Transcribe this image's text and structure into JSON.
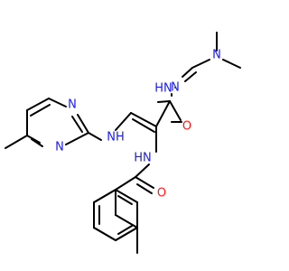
{
  "colors": {
    "carbon_bond": "#000000",
    "nitrogen": "#1a1aff",
    "oxygen": "#ff1a1a",
    "background": "#ffffff"
  },
  "atoms": {
    "n_methyl_1": "N",
    "n_hydrazone": "N",
    "nh_hydrazide": "HN",
    "nh_vinyl": "NH",
    "n_pyrimidine_top": "N",
    "n_pyrimidine_bottom": "N",
    "o_amide_top": "O",
    "nh_amide": "HN",
    "o_benzoyl": "O"
  }
}
